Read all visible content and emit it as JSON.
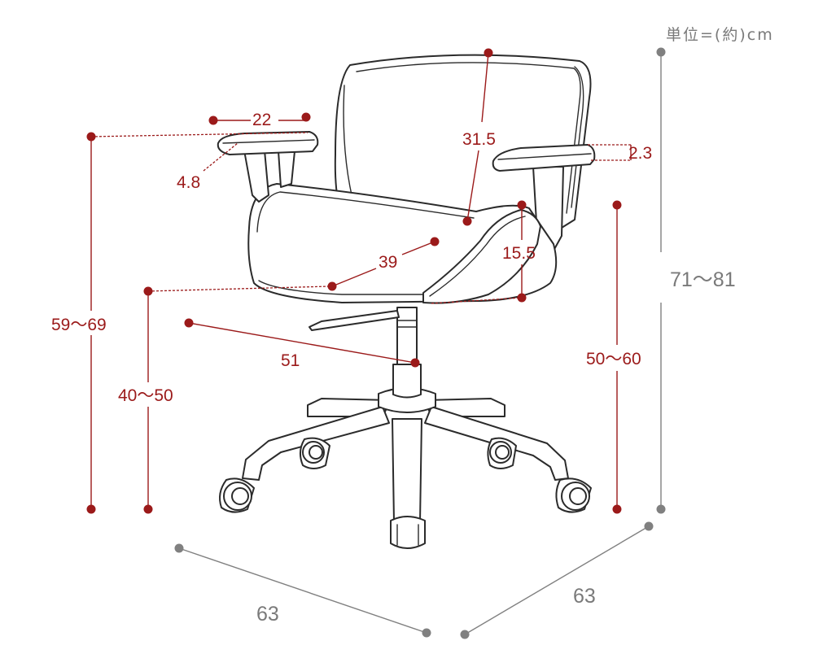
{
  "unit_label": "単位=(約)cm",
  "dimensions": {
    "armrest_width": "22",
    "armrest_thickness": "4.8",
    "backrest_height": "31.5",
    "armrest_pad_height": "2.3",
    "seat_depth": "39",
    "arm_height_from_seat": "15.5",
    "armrest_floor_height": "59～69",
    "seat_floor_height": "40～50",
    "seat_to_center": "51",
    "seat_front_height": "50～60",
    "overall_height": "71～81",
    "base_width": "63",
    "base_depth": "63"
  },
  "colors": {
    "dimension_marker": "#9b1a1a",
    "overall_marker": "#808080",
    "outline": "#2b2b2b"
  }
}
